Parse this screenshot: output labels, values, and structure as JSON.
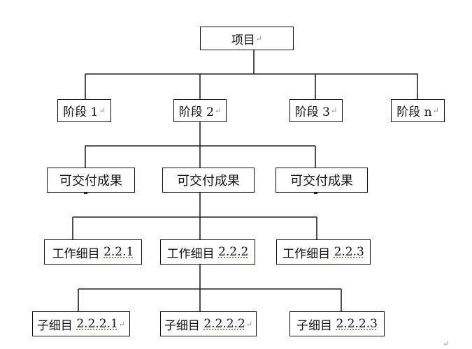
{
  "nodes": {
    "root": {
      "label": "项目",
      "mark": "↵"
    },
    "phase1": {
      "label": "阶段 1",
      "mark": "↵"
    },
    "phase2": {
      "label": "阶段 2",
      "mark": "↵"
    },
    "phase3": {
      "label": "阶段 3",
      "mark": "↵"
    },
    "phasen": {
      "label": "阶段 n",
      "mark": "↵"
    },
    "deliverable1": {
      "label": "可交付成果"
    },
    "deliverable2": {
      "label": "可交付成果"
    },
    "deliverable3": {
      "label": "可交付成果"
    },
    "work1": {
      "label": "工作细目",
      "num": "2.2.1"
    },
    "work2": {
      "label": "工作细目",
      "num": "2.2.2"
    },
    "work3": {
      "label": "工作细目",
      "num": "2.2.3"
    },
    "sub1": {
      "label": "子细目",
      "num": "2.2.2.1",
      "mark": "↵"
    },
    "sub2": {
      "label": "子细目",
      "num": "2.2.2.2",
      "mark": "↵"
    },
    "sub3": {
      "label": "子细目",
      "num": "2.2.2.3"
    }
  },
  "stray_mark": "↵"
}
